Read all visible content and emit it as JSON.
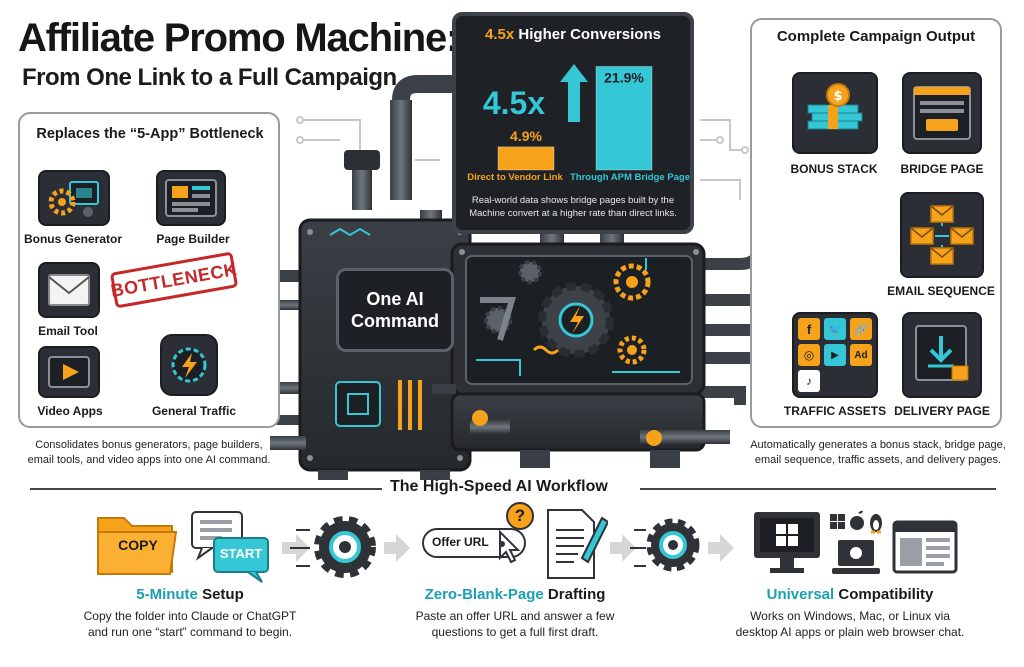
{
  "title": {
    "line1": "Affiliate Promo Machine:",
    "line2": "From One Link to a Full Campaign"
  },
  "left_panel": {
    "heading": "Replaces the “5-App” Bottleneck",
    "apps": [
      {
        "label": "Bonus Generator",
        "icon": "gear-monitor-icon"
      },
      {
        "label": "Page Builder",
        "icon": "layout-icon"
      },
      {
        "label": "Email Tool",
        "icon": "envelope-icon"
      },
      {
        "label": "Video Apps",
        "icon": "play-icon"
      },
      {
        "label": "General Traffic",
        "icon": "lightning-icon"
      }
    ],
    "stamp": "BOTTLENECK",
    "caption_line1": "Consolidates bonus generators, page builders,",
    "caption_line2": "email tools, and video apps into one AI command."
  },
  "conversion_screen": {
    "title_highlight": "4.5x",
    "title_rest": " Higher Conversions",
    "multiplier": "4.5x",
    "bar_low_label": "4.9%",
    "bar_high_label": "21.9%",
    "label_direct": "Direct to Vendor Link",
    "label_bridge": "Through APM Bridge Page",
    "note_line1": "Real-world data shows bridge pages built by the",
    "note_line2": "Machine convert at a higher rate than direct links."
  },
  "chart_data": {
    "type": "bar",
    "categories": [
      "Direct to Vendor Link",
      "Through APM Bridge Page"
    ],
    "values": [
      4.9,
      21.9
    ],
    "title": "4.5x Higher Conversions",
    "ylabel": "",
    "xlabel": "",
    "ylim": [
      0,
      22
    ]
  },
  "machine": {
    "command_line1": "One AI",
    "command_line2": "Command"
  },
  "right_panel": {
    "heading": "Complete Campaign Output",
    "outputs": [
      {
        "label": "BONUS STACK",
        "icon": "money-stack-icon"
      },
      {
        "label": "BRIDGE PAGE",
        "icon": "webpage-icon"
      },
      {
        "label": "EMAIL SEQUENCE",
        "icon": "email-flow-icon"
      },
      {
        "label": "TRAFFIC ASSETS",
        "icon": "social-grid-icon"
      },
      {
        "label": "DELIVERY PAGE",
        "icon": "download-icon"
      }
    ],
    "social_tiles": [
      "f",
      "🐦",
      "🔗",
      "◎",
      "▶",
      "Ad",
      "♪"
    ],
    "caption_line1": "Automatically generates a bonus stack, bridge page,",
    "caption_line2": "email sequence, traffic assets, and delivery pages."
  },
  "workflow": {
    "heading": "The High-Speed AI Workflow",
    "folder_label": "COPY",
    "chat_label": "START",
    "offer_label": "Offer URL",
    "question_mark": "?",
    "steps": [
      {
        "title_accent": "5-Minute",
        "title_rest": " Setup",
        "desc_line1": "Copy the folder into Claude or ChatGPT",
        "desc_line2": "and run one “start” command to begin."
      },
      {
        "title_accent": "Zero-Blank-Page",
        "title_rest": " Drafting",
        "desc_line1": "Paste an offer URL and answer a few",
        "desc_line2": "questions to get a full first draft."
      },
      {
        "title_accent": "Universal",
        "title_rest": " Compatibility",
        "desc_line1": "Works on Windows, Mac, or Linux via",
        "desc_line2": "desktop AI apps or plain web browser chat."
      }
    ]
  },
  "colors": {
    "accent_orange": "#f7a21b",
    "accent_teal": "#35c7d6",
    "stamp_red": "#c62828",
    "machine_dark": "#2f3338"
  }
}
